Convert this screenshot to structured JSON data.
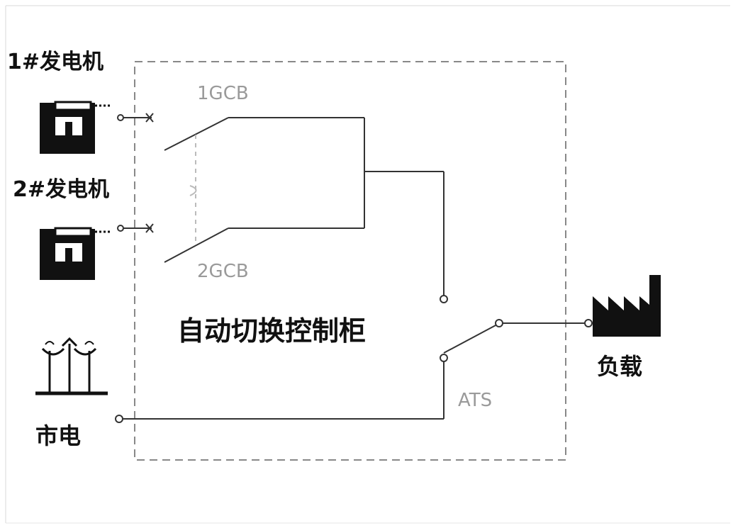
{
  "labels": {
    "gen1": "1#发电机",
    "gen2": "2#发电机",
    "mains": "市电",
    "cabinet": "自动切换控制柜",
    "load": "负载",
    "gcb1": "1GCB",
    "gcb2": "2GCB",
    "ats": "ATS"
  },
  "colors": {
    "line": "#333333",
    "dash": "#888888",
    "symbol": "#111111",
    "light_text": "#9a9a9a"
  },
  "icons": {
    "generator": "generator-icon",
    "power_tower": "power-tower-icon",
    "factory": "factory-icon"
  }
}
